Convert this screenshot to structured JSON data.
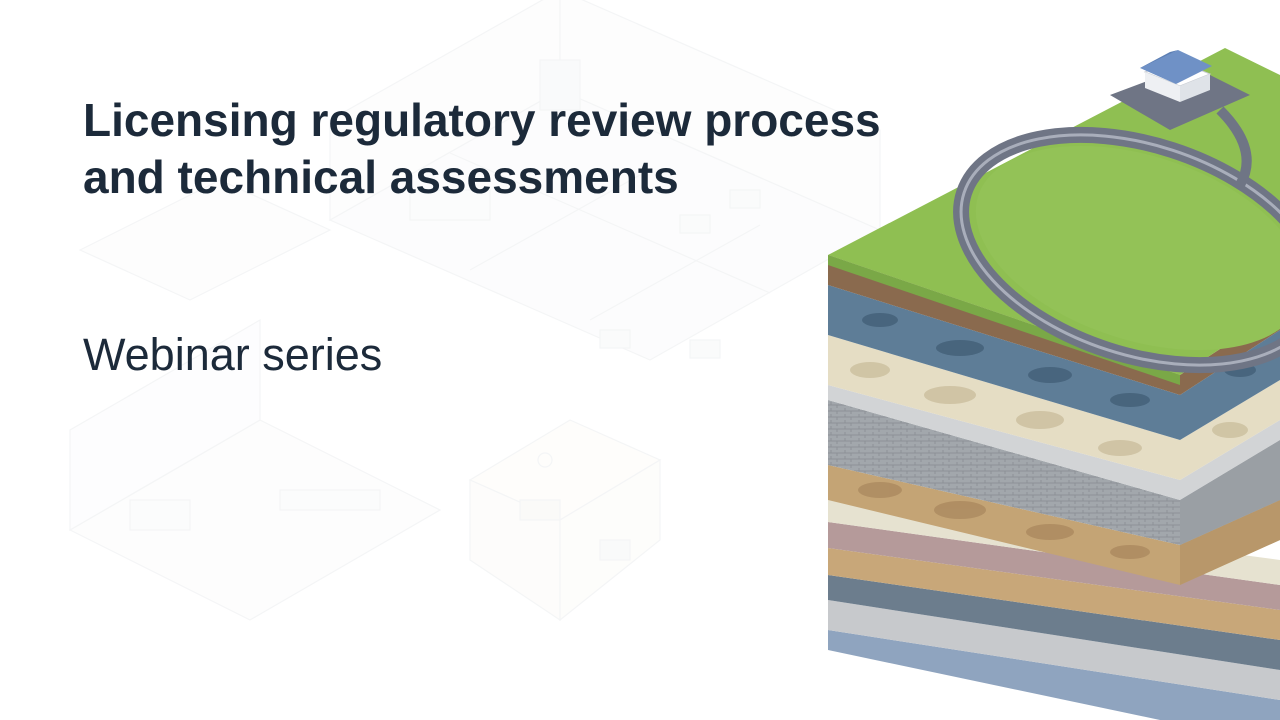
{
  "slide": {
    "title_line1": "Licensing regulatory review process",
    "title_line2": "and technical assessments",
    "subtitle": "Webinar series"
  },
  "illustration": {
    "background": "faded-isometric-office-rooms",
    "main": "isometric-geological-layer-block",
    "colors": {
      "grass": "#8fbf52",
      "road": "#6f7585",
      "soil_brown": "#8a6a4e",
      "water_blue": "#5f7f98",
      "sand": "#e4dcc4",
      "rock_grey": "#9ea3a8",
      "clay": "#c7a77a",
      "text": "#1c2a3a"
    }
  }
}
